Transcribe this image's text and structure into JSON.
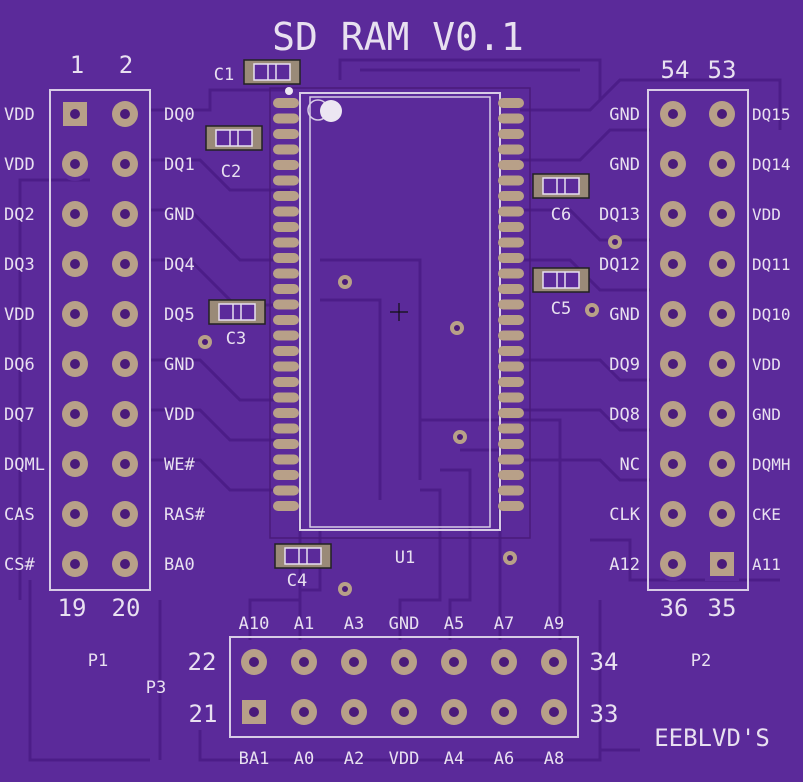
{
  "board": {
    "title": "SD RAM V0.1",
    "maker": "EEBLVD'S",
    "colors": {
      "pcb": "#5b2a9a",
      "trace": "#4e1f8c",
      "silk": "#e8e0f0",
      "pad": "#b8a088",
      "pad_hole": "#4a1a7a",
      "outline": "#d8cce6"
    }
  },
  "p1": {
    "name": "P1",
    "corner_numbers": {
      "top_left": "1",
      "top_right": "2",
      "bottom_left": "19",
      "bottom_right": "20"
    },
    "left_labels": [
      "VDD",
      "VDD",
      "DQ2",
      "DQ3",
      "VDD",
      "DQ6",
      "DQ7",
      "DQML",
      "CAS",
      "CS#"
    ],
    "right_labels": [
      "DQ0",
      "DQ1",
      "GND",
      "DQ4",
      "DQ5",
      "GND",
      "VDD",
      "WE#",
      "RAS#",
      "BA0"
    ]
  },
  "p2": {
    "name": "P2",
    "corner_numbers": {
      "top_left": "54",
      "top_right": "53",
      "bottom_left": "36",
      "bottom_right": "35"
    },
    "left_labels": [
      "GND",
      "GND",
      "DQ13",
      "DQ12",
      "GND",
      "DQ9",
      "DQ8",
      "NC",
      "CLK",
      "A12"
    ],
    "right_labels": [
      "DQ15",
      "DQ14",
      "VDD",
      "DQ11",
      "DQ10",
      "VDD",
      "GND",
      "DQMH",
      "CKE",
      "A11"
    ]
  },
  "p3": {
    "name": "P3",
    "row_numbers": {
      "top_left": "22",
      "top_right": "34",
      "bottom_left": "21",
      "bottom_right": "33"
    },
    "top_labels": [
      "A10",
      "A1",
      "A3",
      "GND",
      "A5",
      "A7",
      "A9"
    ],
    "bottom_labels": [
      "BA1",
      "A0",
      "A2",
      "VDD",
      "A4",
      "A6",
      "A8"
    ]
  },
  "u1": {
    "name": "U1"
  },
  "capacitors": [
    "C1",
    "C2",
    "C3",
    "C4",
    "C5",
    "C6"
  ]
}
